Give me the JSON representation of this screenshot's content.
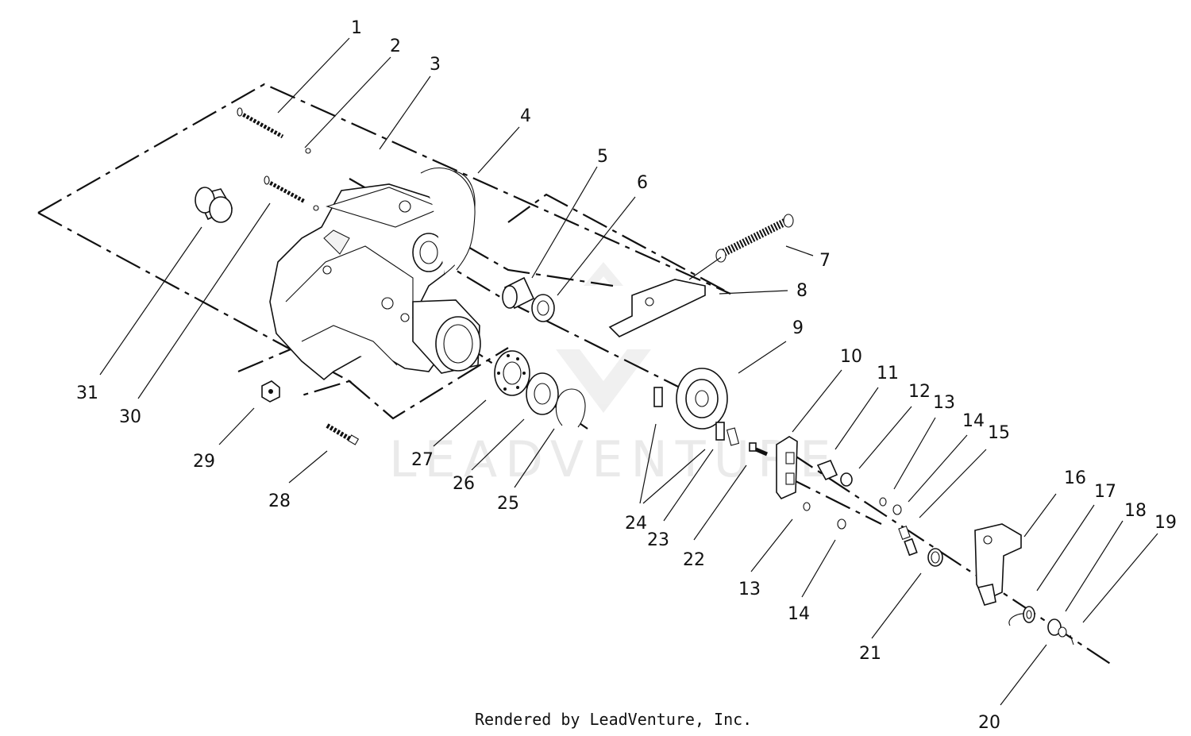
{
  "watermark": {
    "text": "LEADVENTURE"
  },
  "credit": "Rendered by LeadVenture, Inc.",
  "callouts": [
    "1",
    "2",
    "3",
    "4",
    "5",
    "6",
    "7",
    "8",
    "9",
    "10",
    "11",
    "12",
    "13",
    "14",
    "15",
    "16",
    "17",
    "18",
    "19",
    "20",
    "21",
    "22",
    "23",
    "24",
    "25",
    "26",
    "27",
    "28",
    "29",
    "30",
    "31",
    "13",
    "14"
  ]
}
